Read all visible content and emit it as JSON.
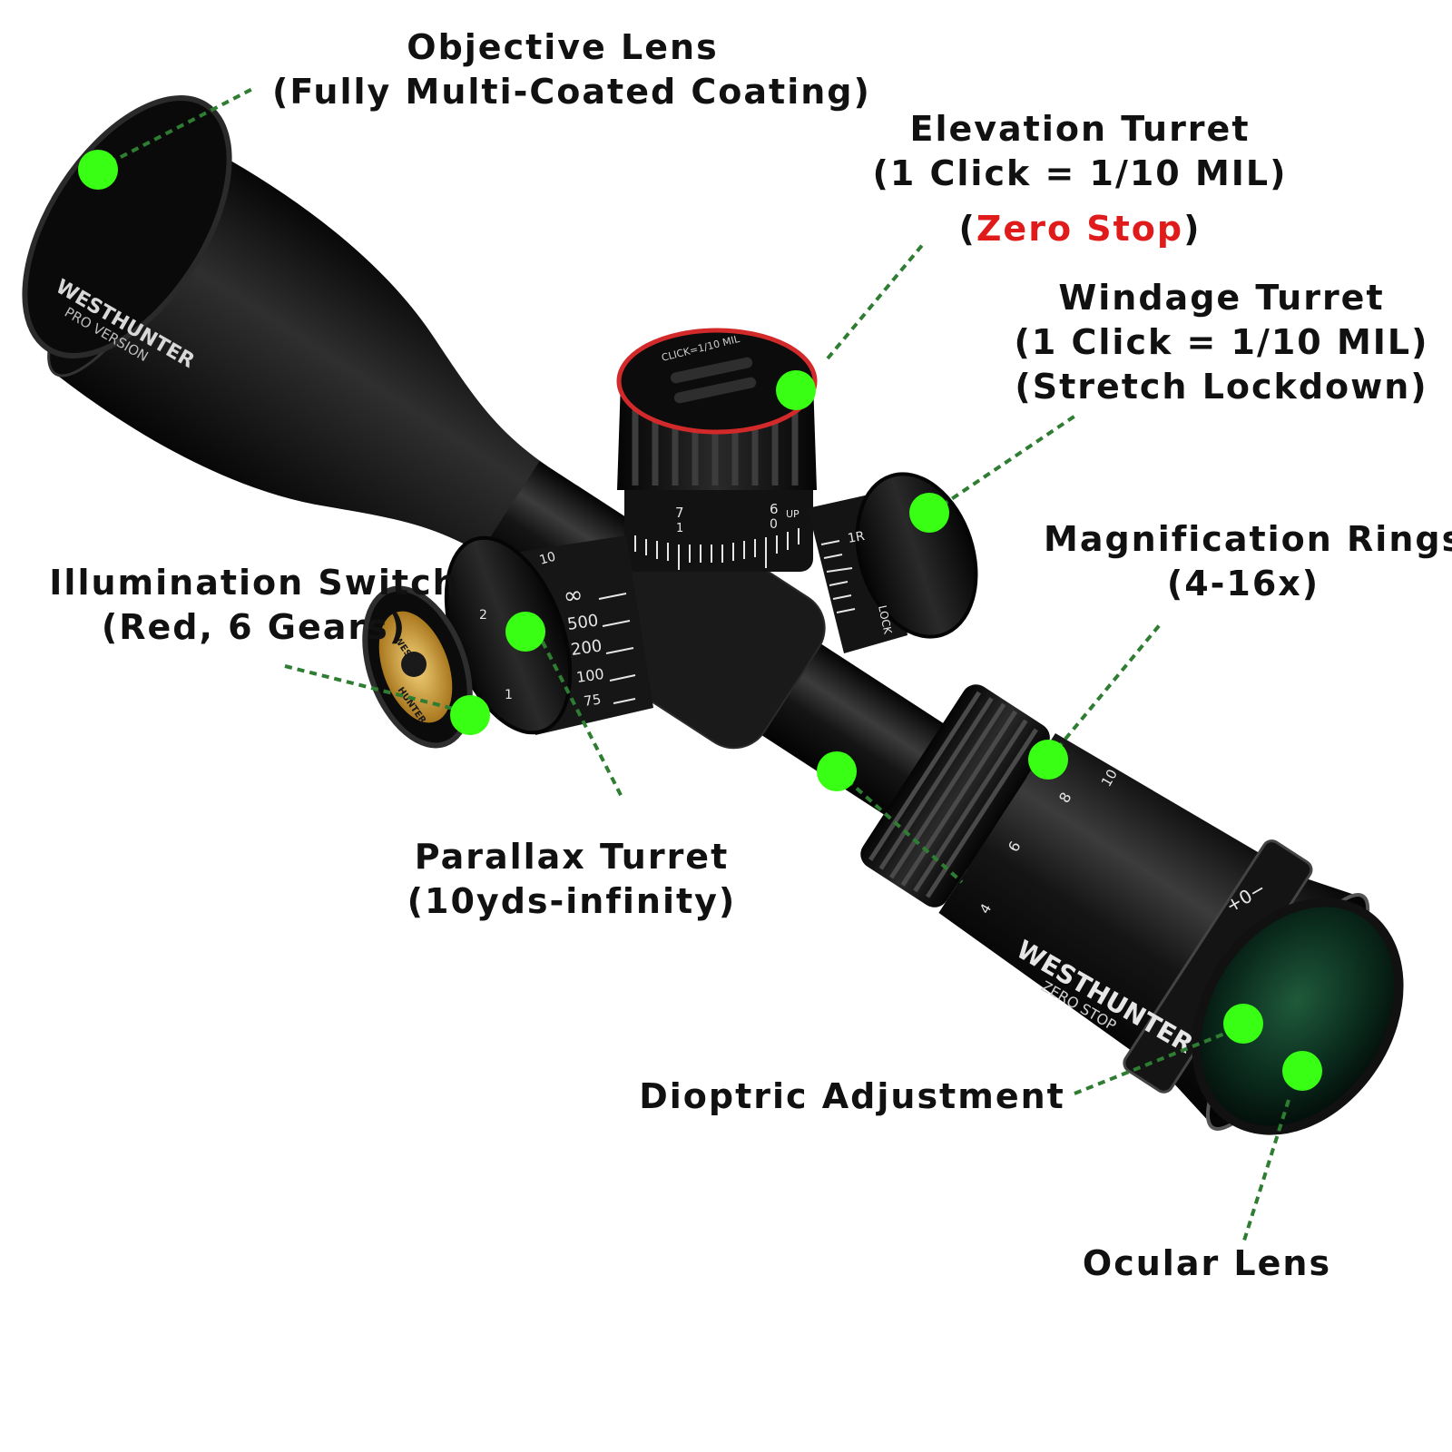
{
  "colors": {
    "dot": "#39ff14",
    "leader": "#2e7d32",
    "body": "#111111",
    "accent_red": "#e01b1b"
  },
  "brand": {
    "objective_logo": "WESTHUNTER",
    "objective_sub": "PRO VERSION",
    "eyepiece_logo": "WESTHUNTER",
    "eyepiece_sub": "ZERO STOP",
    "cap_logo_top": "WEST",
    "cap_logo_bottom": "HUNTER"
  },
  "markings": {
    "elevation_cap": "CLICK=1/10 MIL",
    "elevation_up": "UP",
    "elevation_zero": "0",
    "elevation_six": "6",
    "elevation_seven": "7",
    "elevation_one": "1",
    "windage_r": "1R",
    "windage_lock": "LOCK",
    "parallax_inf": "∞",
    "parallax_500": "500",
    "parallax_200": "200",
    "parallax_100": "100",
    "parallax_75": "75",
    "parallax_10": "10",
    "illum_2": "2",
    "illum_1": "1",
    "mag_4": "4",
    "mag_6": "6",
    "mag_8": "8",
    "mag_10": "10",
    "diopter": "+0−"
  },
  "labels": {
    "objective": {
      "line1": "Objective Lens",
      "line2": "(Fully Multi-Coated Coating)"
    },
    "elevation": {
      "line1": "Elevation Turret",
      "line2": "(1 Click = 1/10 MIL)",
      "line3_open": "(",
      "line3_red": "Zero Stop",
      "line3_close": ")"
    },
    "windage": {
      "line1": "Windage Turret",
      "line2": "(1 Click = 1/10 MIL)",
      "line3": "(Stretch Lockdown)"
    },
    "magnification": {
      "line1": "Magnification Rings",
      "line2": "(4-16x)"
    },
    "illumination": {
      "line1": "Illumination Switch",
      "line2": "(Red, 6 Gears)"
    },
    "parallax": {
      "line1": "Parallax Turret",
      "line2": "(10yds-infinity)"
    },
    "dioptric": {
      "line1": "Dioptric Adjustment"
    },
    "ocular": {
      "line1": "Ocular Lens"
    }
  }
}
